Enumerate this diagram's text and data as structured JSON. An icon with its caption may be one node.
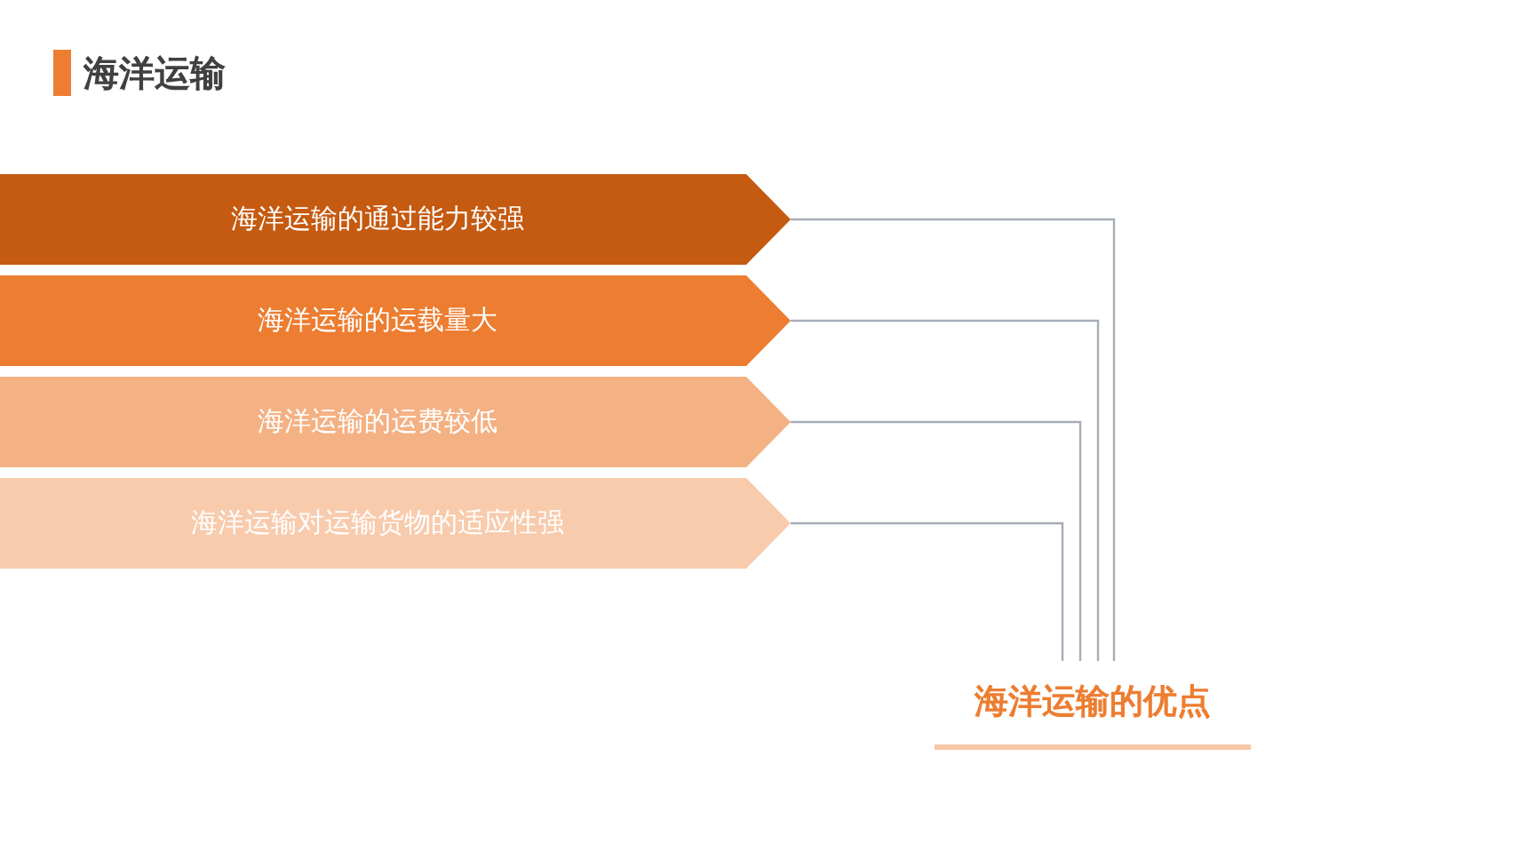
{
  "diagram": {
    "title": "海洋运输",
    "nodes": [
      {
        "text": [
          "海洋运输的通过能力较强"
        ]
      },
      {
        "text": [
          "海洋运输的运载量大"
        ]
      },
      {
        "text": [
          "海洋运输的运费较低"
        ]
      },
      {
        "text": [
          "海洋运输对运输货物的适应性强"
        ]
      },
      {
        "text": [
          "海洋运输的优点"
        ]
      }
    ],
    "edges": [
      {
        "from": 0,
        "to": 4,
        "arrow": "none"
      },
      {
        "from": 1,
        "to": 4,
        "arrow": "none"
      },
      {
        "from": 2,
        "to": 4,
        "arrow": "none"
      },
      {
        "from": 3,
        "to": 4,
        "arrow": "none"
      }
    ]
  }
}
